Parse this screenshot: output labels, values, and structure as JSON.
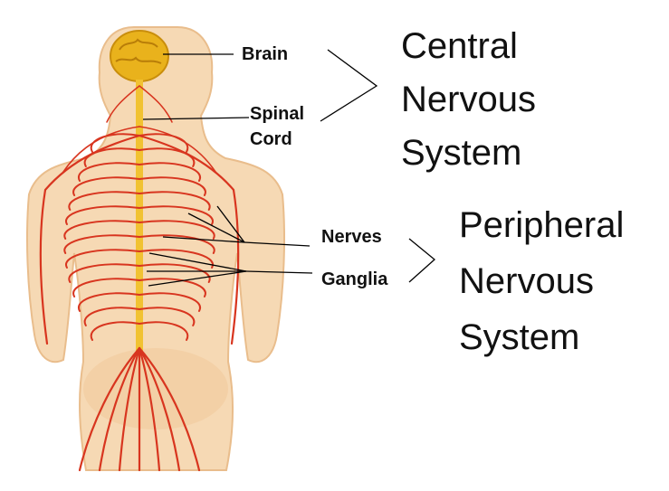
{
  "labels": {
    "brain": "Brain",
    "spinal_cord_line1": "Spinal",
    "spinal_cord_line2": "Cord",
    "nerves": "Nerves",
    "ganglia": "Ganglia"
  },
  "cns": {
    "line1": "Central",
    "line2": "Nervous",
    "line3": "System"
  },
  "pns": {
    "line1": "Peripheral",
    "line2": "Nervous",
    "line3": "System"
  },
  "colors": {
    "skin": "#f6d9b4",
    "skin_edge": "#e9bd8c",
    "brain": "#e9b21c",
    "spinal_cord": "#f1c232",
    "nerve": "#d8351f",
    "leader_line": "#000000"
  }
}
